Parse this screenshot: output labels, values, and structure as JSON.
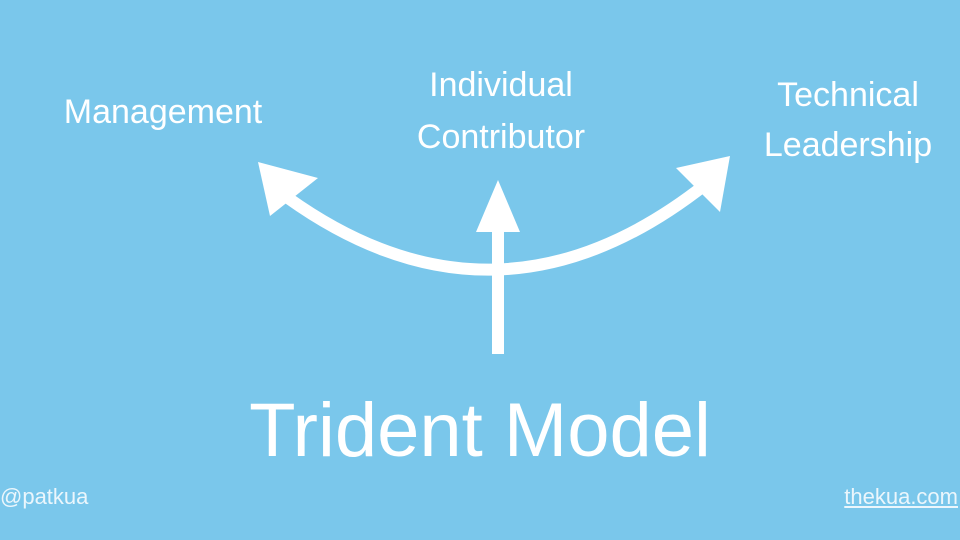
{
  "labels": {
    "management": "Management",
    "individual_contributor_line1": "Individual",
    "individual_contributor_line2": "Contributor",
    "technical_leadership_line1": "Technical",
    "technical_leadership_line2": "Leadership"
  },
  "title": "Trident Model",
  "footer": {
    "handle": "@patkua",
    "site": "thekua.com"
  },
  "colors": {
    "background": "#7ac7eb",
    "foreground": "#ffffff"
  },
  "icons": [
    "left-arrow-icon",
    "up-arrow-icon",
    "right-arrow-icon"
  ]
}
